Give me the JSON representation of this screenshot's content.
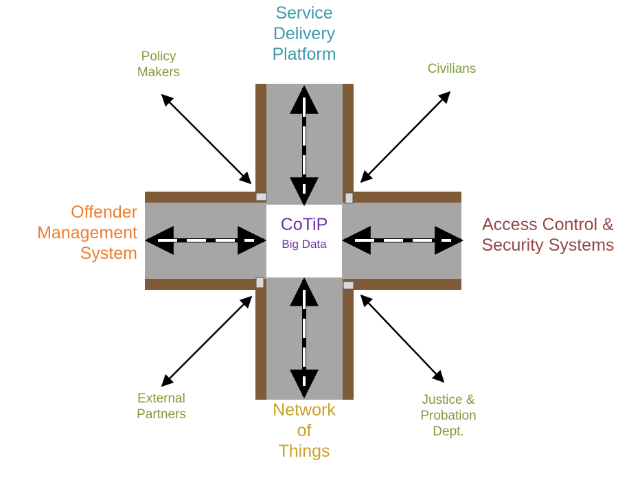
{
  "colors": {
    "road": "#a6a6a6",
    "curb": "#7f5a36",
    "center_box": "#ffffff",
    "arrow": "#000000",
    "service": "#3f9aad",
    "offender": "#ed7d31",
    "access": "#954545",
    "network": "#c9a227",
    "stakeholder": "#7f9a3a",
    "center_text": "#7030a0"
  },
  "center": {
    "title": "CoTiP",
    "subtitle": "Big Data"
  },
  "nodes": {
    "service_delivery": [
      "Service",
      "Delivery",
      "Platform"
    ],
    "offender_management": [
      "Offender",
      "Management",
      "System"
    ],
    "access_control": [
      "Access Control &",
      "Security Systems"
    ],
    "network_of_things": [
      "Network",
      "of",
      "Things"
    ],
    "policy_makers": [
      "Policy",
      "Makers"
    ],
    "civilians": [
      "Civilians"
    ],
    "external_partners": [
      "External",
      "Partners"
    ],
    "justice_probation": [
      "Justice &",
      "Probation",
      "Dept."
    ]
  }
}
